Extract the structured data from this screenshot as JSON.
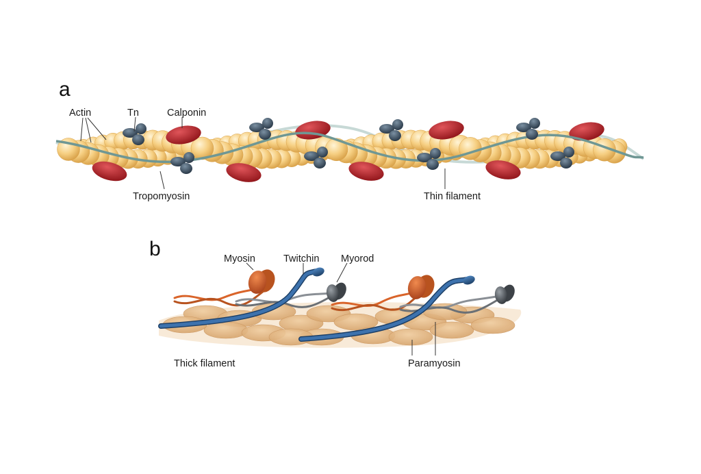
{
  "panels": {
    "a": {
      "letter": "a",
      "labels": {
        "actin": "Actin",
        "tn": "Tn",
        "calponin": "Calponin",
        "tropomyosin": "Tropomyosin",
        "thin_filament": "Thin filament"
      }
    },
    "b": {
      "letter": "b",
      "labels": {
        "myosin": "Myosin",
        "twitchin": "Twitchin",
        "myorod": "Myorod",
        "thick_filament": "Thick filament",
        "paramyosin": "Paramyosin"
      }
    }
  },
  "colors": {
    "actin": "#f2c36b",
    "actin_highlight": "#fff1cc",
    "calponin": "#c0252b",
    "troponin": "#3f5466",
    "tropomyosin": "#7fa3a0",
    "myosin": "#d9642a",
    "twitchin": "#2c5e93",
    "myorod": "#555a60",
    "paramyosin": "#e3b581"
  }
}
